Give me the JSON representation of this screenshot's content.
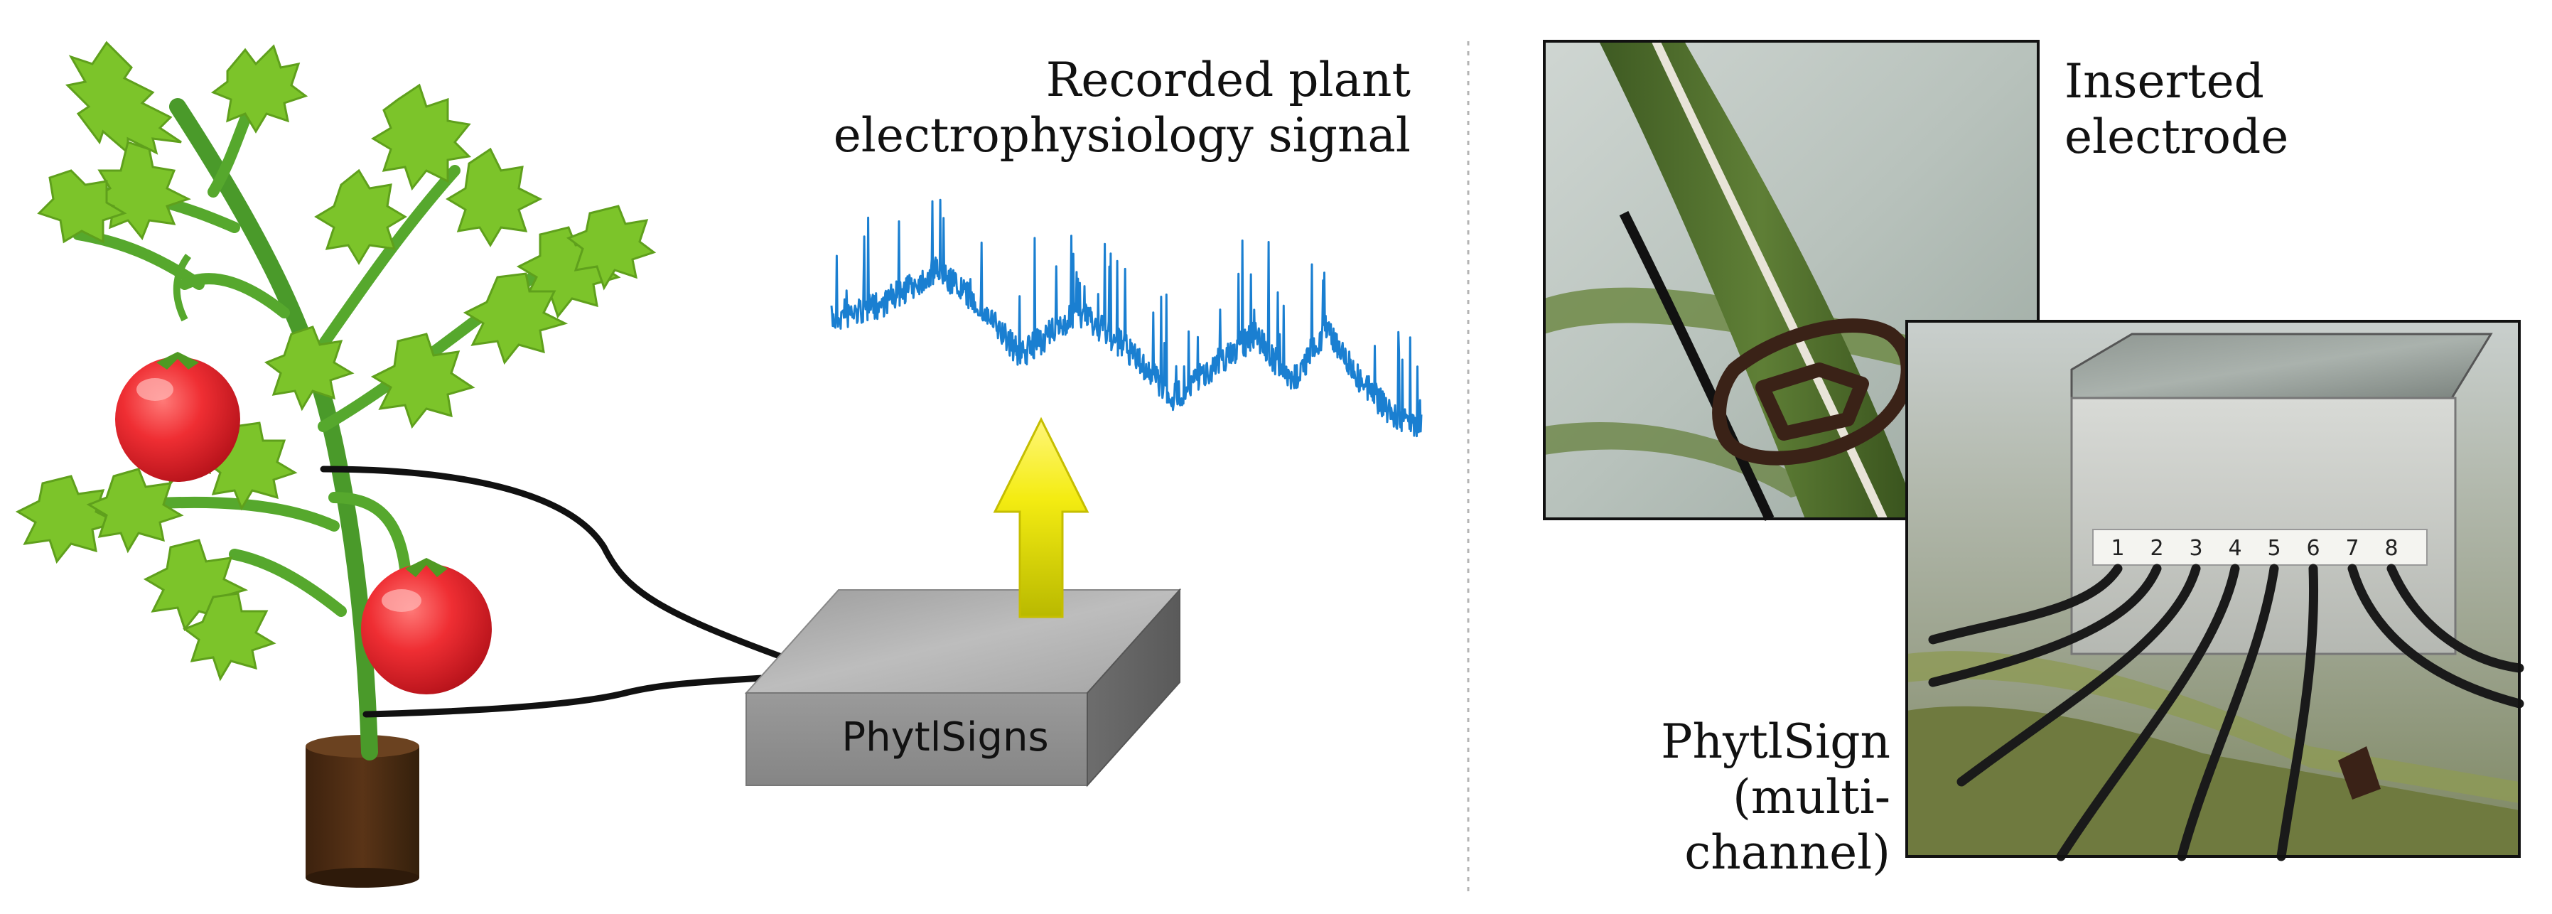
{
  "labels": {
    "signal_line1": "Recorded plant",
    "signal_line2": "electrophysiology signal",
    "device": "PhytlSigns",
    "electrode_line1": "Inserted",
    "electrode_line2": "electrode",
    "multi_line1": "PhytlSign",
    "multi_line2": "(multi-channel)"
  },
  "channel_numbers": [
    "1",
    "2",
    "3",
    "4",
    "5",
    "6",
    "7",
    "8"
  ],
  "colors": {
    "signal": "#1a7fd1",
    "arrow": "#f2e600",
    "leaf": "#7cc42a",
    "stem": "#4fa02a",
    "tomato": "#e8242c",
    "pot": "#4a2a12",
    "device_top": "#a9a9a9",
    "divider": "#b4b4b4"
  }
}
